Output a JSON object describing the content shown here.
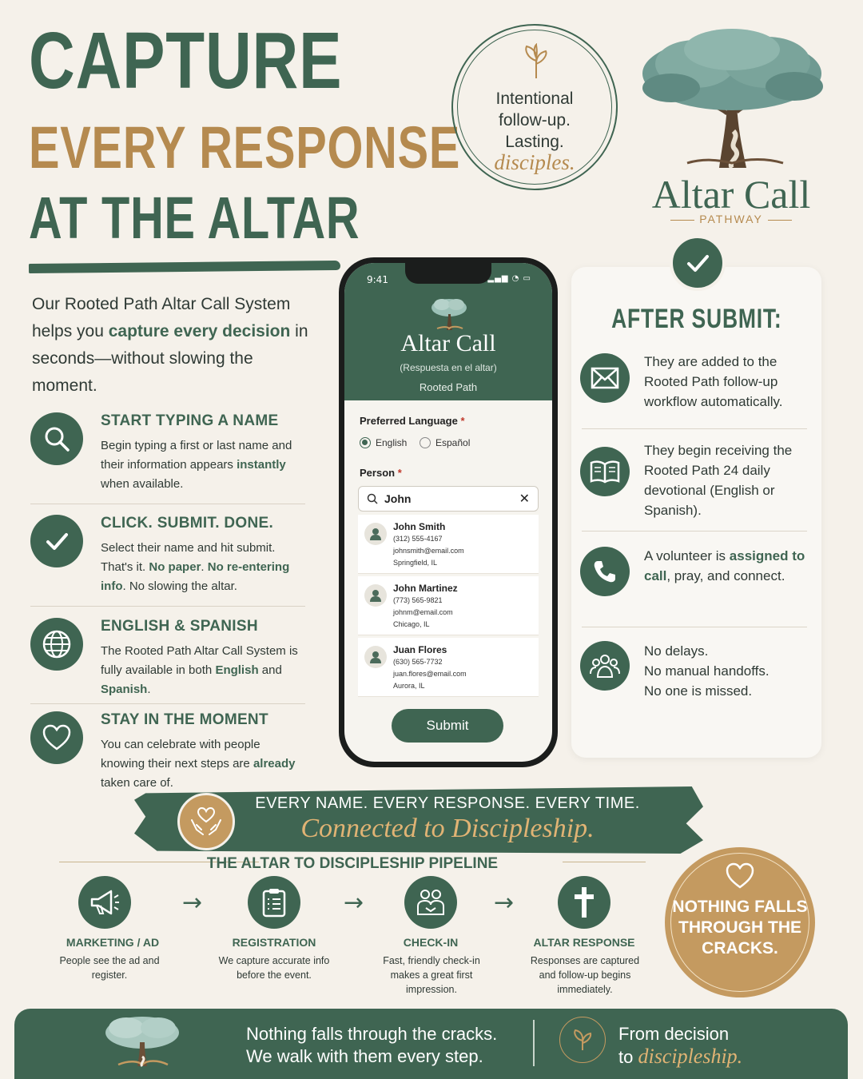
{
  "headline": {
    "line1": "CAPTURE",
    "line2": "EVERY RESPONSE",
    "line3": "AT THE ALTAR"
  },
  "badge": {
    "text": "Intentional\nfollow-up.\nLasting.",
    "script": "disciples."
  },
  "logo": {
    "title": "Altar Call",
    "subtitle": "PATHWAY"
  },
  "intro": {
    "part1": "Our Rooted Path Altar Call System helps you ",
    "highlight": "capture every decision",
    "part2": " in seconds—without slowing the moment."
  },
  "features": [
    {
      "icon": "search-icon",
      "title": "START TYPING A NAME",
      "text1": "Begin typing a first or last name and their information appears ",
      "bold1": "instantly",
      "text2": " when available.",
      "bold2": "",
      "text3": "",
      "bold3": "",
      "text4": ""
    },
    {
      "icon": "check-icon",
      "title": "CLICK. SUBMIT. DONE.",
      "text1": "Select their name and hit submit. That's it. ",
      "bold1": "No paper",
      "text2": ". ",
      "bold2": "No re-entering info",
      "text3": ". No slowing the altar.",
      "bold3": "",
      "text4": ""
    },
    {
      "icon": "globe-icon",
      "title": "ENGLISH & SPANISH",
      "text1": "The Rooted Path Altar Call System is fully available in both ",
      "bold1": "English",
      "text2": " and ",
      "bold2": "Spanish",
      "text3": ".",
      "bold3": "",
      "text4": ""
    },
    {
      "icon": "heart-icon",
      "title": "STAY IN THE MOMENT",
      "text1": "You can celebrate with people knowing their next steps are ",
      "bold1": "already",
      "text2": " taken care of.",
      "bold2": "",
      "text3": "",
      "bold3": "",
      "text4": ""
    }
  ],
  "phone": {
    "time": "9:41",
    "title": "Altar Call",
    "subtitle": "(Respuesta en el altar)",
    "brand": "Rooted Path",
    "language_label": "Preferred Language",
    "required_mark": "*",
    "lang_options": [
      "English",
      "Español"
    ],
    "selected_lang": "English",
    "person_label": "Person",
    "search_value": "John",
    "results": [
      {
        "name": "John Smith",
        "phone": "(312) 555-4167",
        "email": "johnsmith@email.com",
        "city": "Springfield, IL"
      },
      {
        "name": "John Martinez",
        "phone": "(773) 565-9821",
        "email": "johnm@email.com",
        "city": "Chicago, IL"
      },
      {
        "name": "Juan Flores",
        "phone": "(630) 565-7732",
        "email": "juan.flores@email.com",
        "city": "Aurora, IL"
      }
    ],
    "submit_label": "Submit"
  },
  "after_submit": {
    "title": "AFTER SUBMIT:",
    "items": [
      {
        "icon": "envelope-icon",
        "pre": "They are added to the Rooted Path follow-up workflow automatically.",
        "bold": "",
        "post": ""
      },
      {
        "icon": "book-icon",
        "pre": "They begin receiving the Rooted Path 24 daily devotional (English or Spanish).",
        "bold": "",
        "post": ""
      },
      {
        "icon": "phone-icon",
        "pre": "A volunteer is ",
        "bold": "assigned to call",
        "post": ", pray, and connect."
      },
      {
        "icon": "people-icon",
        "pre": "No delays.\nNo manual handoffs.\nNo one is missed.",
        "bold": "",
        "post": ""
      }
    ]
  },
  "banner": {
    "line1": "EVERY NAME. EVERY RESPONSE. EVERY TIME.",
    "line2": "Connected to Discipleship."
  },
  "pipeline": {
    "title": "THE ALTAR TO DISCIPLESHIP PIPELINE",
    "steps": [
      {
        "icon": "megaphone-icon",
        "title": "MARKETING / AD",
        "text": "People see the ad and register."
      },
      {
        "icon": "clipboard-icon",
        "title": "REGISTRATION",
        "text": "We capture accurate info before the event."
      },
      {
        "icon": "people-icon",
        "title": "CHECK-IN",
        "text": "Fast, friendly check-in makes a great first impression."
      },
      {
        "icon": "cross-icon",
        "title": "ALTAR RESPONSE",
        "text": "Responses are captured and follow-up begins immediately."
      }
    ],
    "arrow": "→"
  },
  "seal": {
    "text": "NOTHING FALLS THROUGH THE CRACKS."
  },
  "footer": {
    "left": "Nothing falls through the cracks.\nWe walk with them every step.",
    "right_line1": "From decision",
    "right_pre": "to ",
    "right_script": "discipleship."
  },
  "colors": {
    "green": "#3f6552",
    "gold": "#b58a4f",
    "background": "#f5f1ea"
  }
}
